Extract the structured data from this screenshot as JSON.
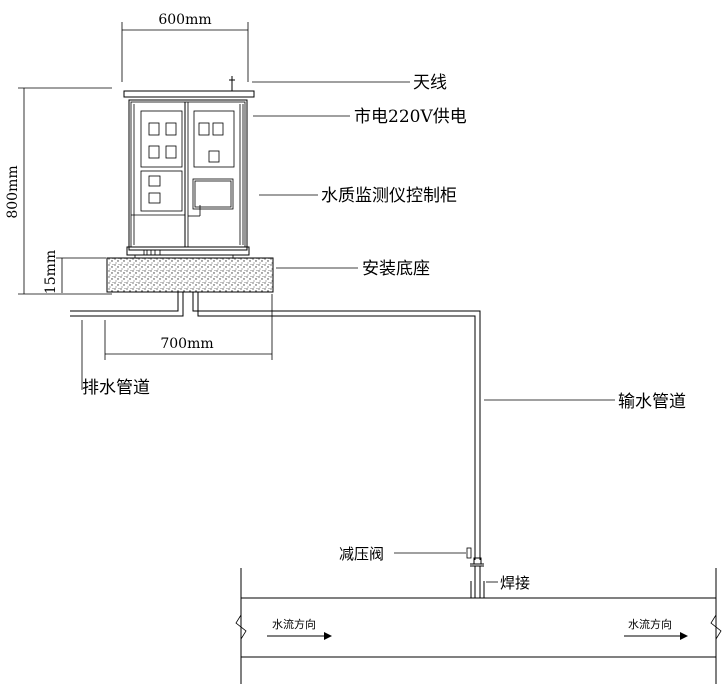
{
  "dimensions": {
    "cabinet_width": "600mm",
    "cabinet_height": "800mm",
    "base_height": "15mm",
    "base_width": "700mm"
  },
  "labels": {
    "antenna": "天线",
    "power": "市电220V供电",
    "cabinet": "水质监测仪控制柜",
    "base": "安装底座",
    "drain_pipe": "排水管道",
    "supply_pipe": "输水管道",
    "pressure_valve": "减压阀",
    "weld": "焊接",
    "flow_left": "水流方向",
    "flow_right": "水流方向"
  }
}
